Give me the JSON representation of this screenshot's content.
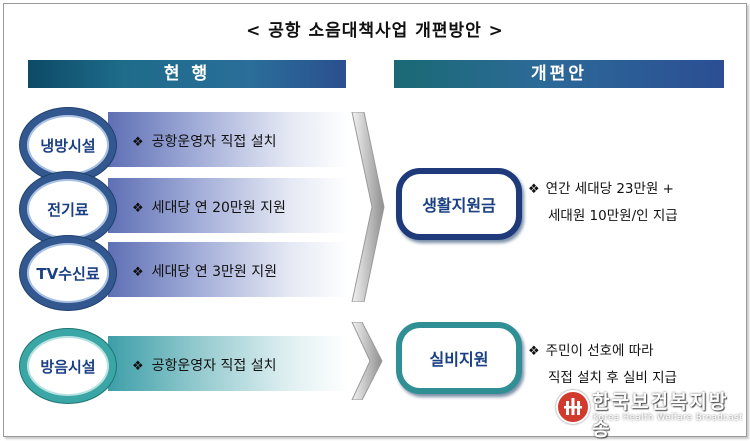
{
  "title": "< 공항 소음대책사업 개편방안 >",
  "current": {
    "heading": "현 행",
    "rows": [
      {
        "label": "냉방시설",
        "item": "공항운영자 직접 설치"
      },
      {
        "label": "전기료",
        "item": "세대당 연 20만원 지원"
      },
      {
        "label": "TV수신료",
        "item": "세대당 연 3만원 지원"
      },
      {
        "label": "방음시설",
        "item": "공항운영자 직접 설치"
      }
    ]
  },
  "reform": {
    "heading": "개편안",
    "boxes": [
      {
        "label": "생활지원금",
        "lines": [
          "연간 세대당 23만원 +",
          "세대원 10만원/인 지급"
        ]
      },
      {
        "label": "실비지원",
        "lines": [
          "주민이 선호에 따라",
          "직접 설치 후 실비 지급"
        ]
      }
    ]
  },
  "bullet": "❖",
  "watermark": {
    "name": "한국보건복지방송",
    "sub": "Korea Health Welfare Broadcast"
  },
  "colors": {
    "navy": "#1f3a7a",
    "teal": "#3aa7a6"
  }
}
